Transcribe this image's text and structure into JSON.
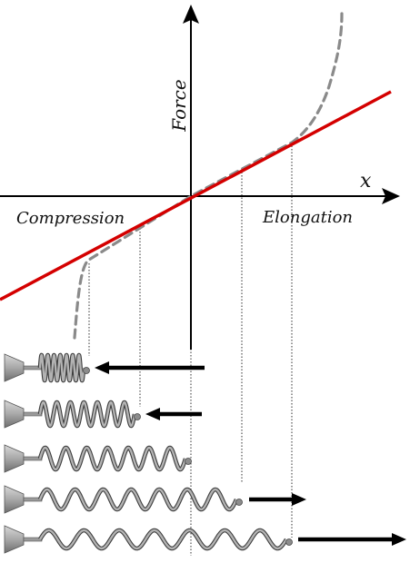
{
  "labels": {
    "y_axis": "Force",
    "x_axis": "x",
    "left_region": "Compression",
    "right_region": "Elongation"
  },
  "colors": {
    "axes": "#000000",
    "hookean_line": "#d40000",
    "real_curve": "#8a8a8a",
    "spring": "#7a7a7a",
    "mount": "#9a9a9a",
    "arrow": "#000000"
  },
  "springs": [
    {
      "state": "max-compression",
      "coils": 7,
      "force_arrow": "left"
    },
    {
      "state": "compression",
      "coils": 7,
      "force_arrow": "left"
    },
    {
      "state": "rest",
      "coils": 7,
      "force_arrow": "none"
    },
    {
      "state": "elongation",
      "coils": 7,
      "force_arrow": "right"
    },
    {
      "state": "max-elongation",
      "coils": 7,
      "force_arrow": "right"
    }
  ]
}
